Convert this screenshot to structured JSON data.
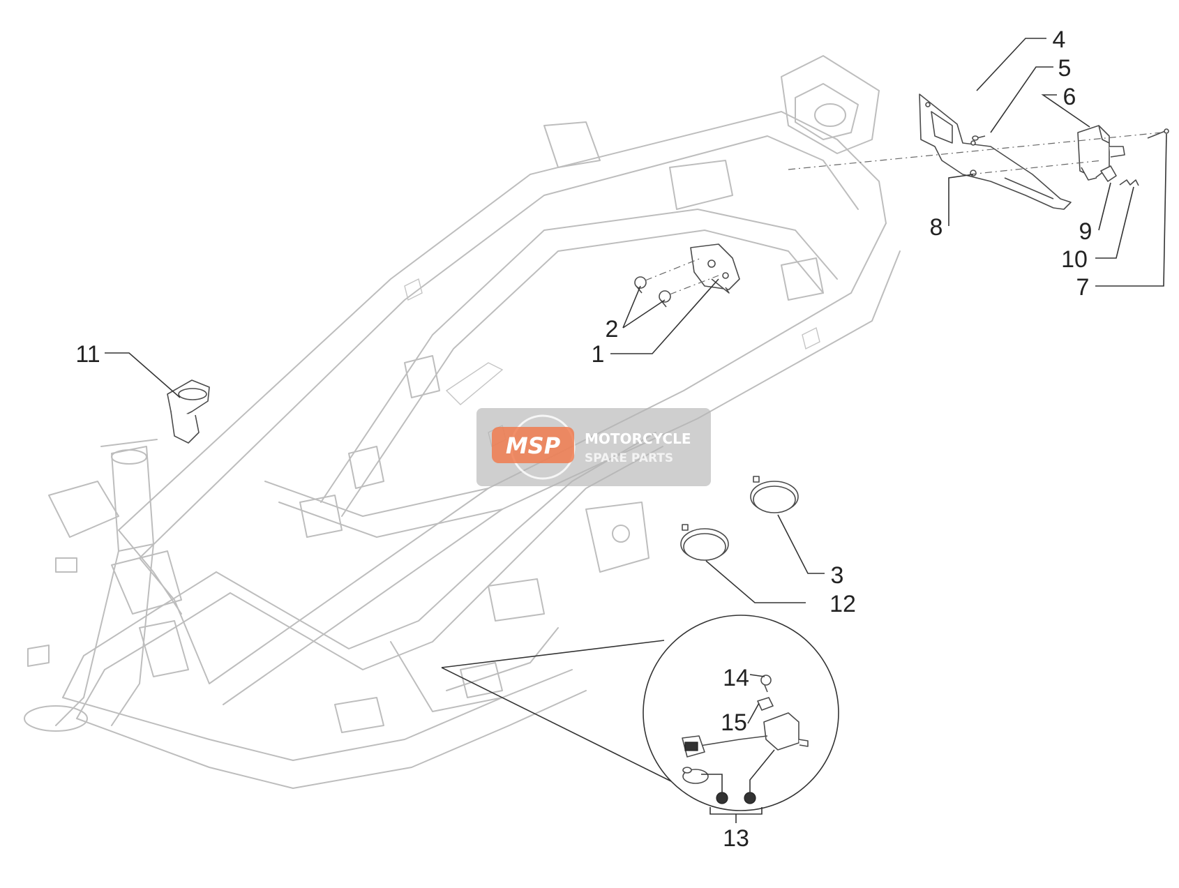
{
  "callouts": [
    {
      "id": "1",
      "label": "1"
    },
    {
      "id": "2",
      "label": "2"
    },
    {
      "id": "3",
      "label": "3"
    },
    {
      "id": "4",
      "label": "4"
    },
    {
      "id": "5",
      "label": "5"
    },
    {
      "id": "6",
      "label": "6"
    },
    {
      "id": "7",
      "label": "7"
    },
    {
      "id": "8",
      "label": "8"
    },
    {
      "id": "9",
      "label": "9"
    },
    {
      "id": "10",
      "label": "10"
    },
    {
      "id": "11",
      "label": "11"
    },
    {
      "id": "12",
      "label": "12"
    },
    {
      "id": "13",
      "label": "13"
    },
    {
      "id": "14",
      "label": "14"
    },
    {
      "id": "15",
      "label": "15"
    }
  ],
  "watermark": {
    "logo": "MSP",
    "line1": "MOTORCYCLE",
    "line2": "SPARE PARTS",
    "badge_color": "#f07b4f",
    "box_color": "#b5b5b5"
  }
}
